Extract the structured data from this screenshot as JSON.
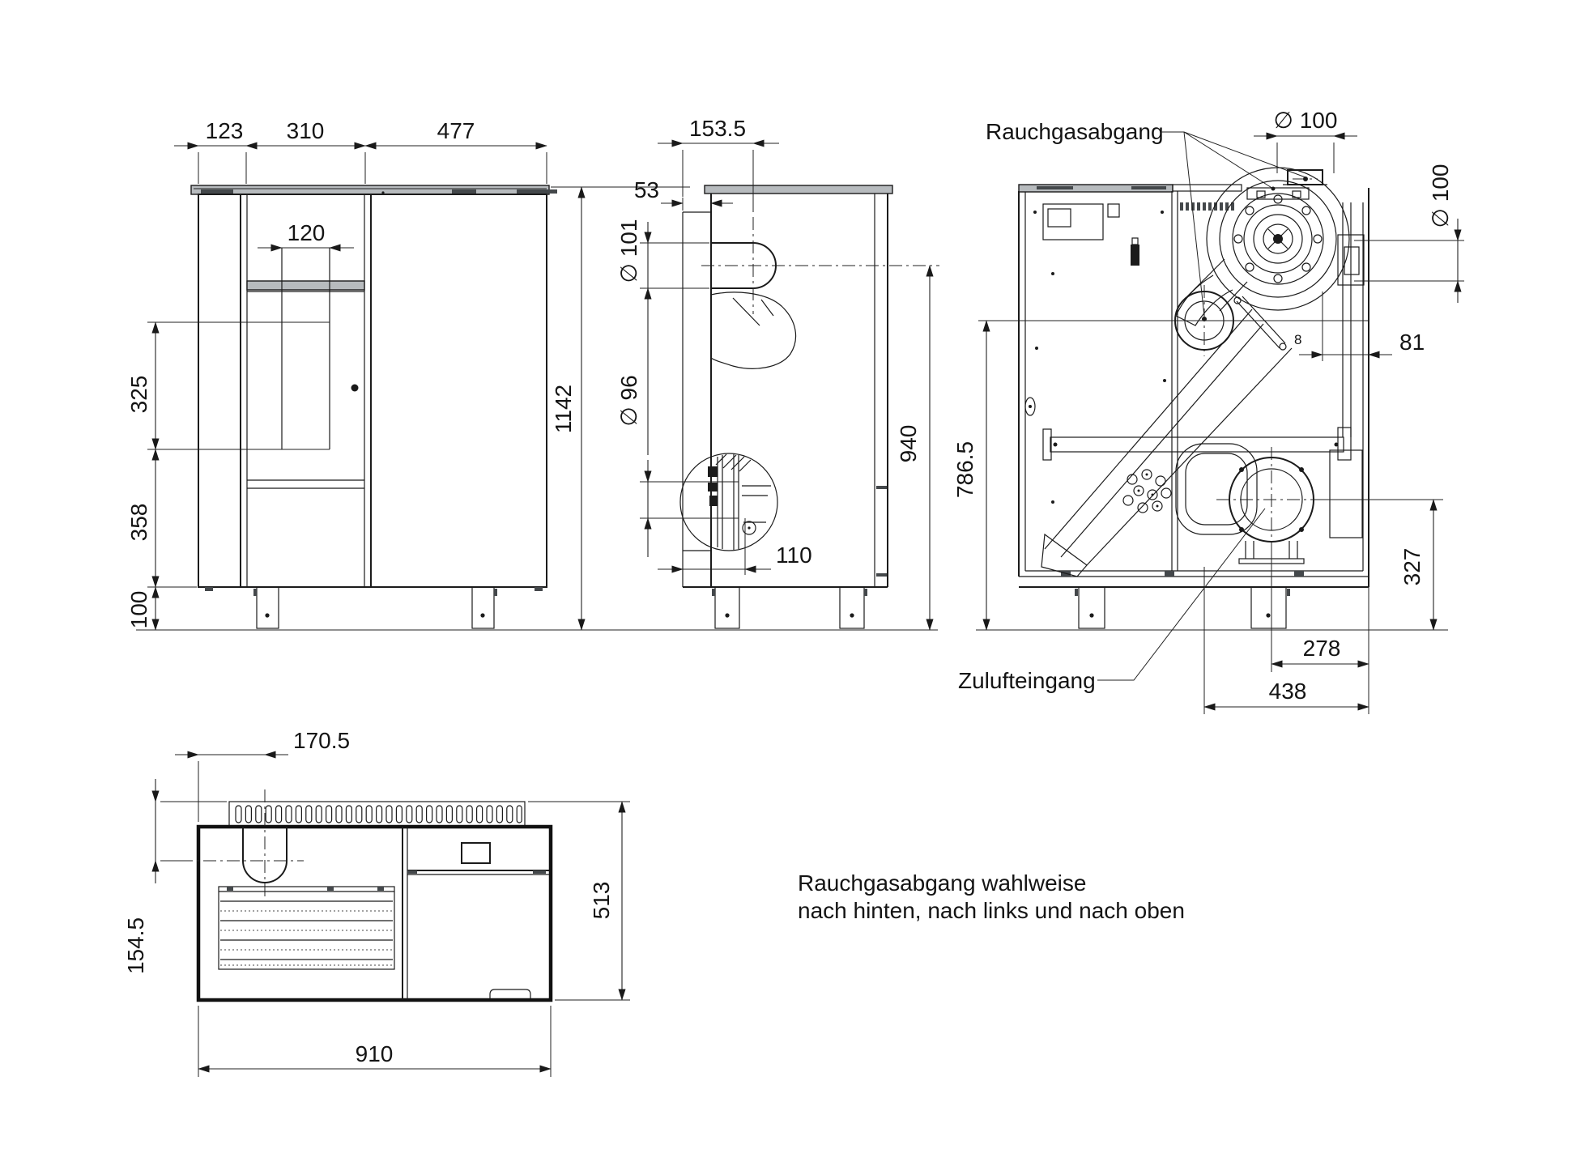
{
  "front": {
    "w1": "123",
    "w2": "310",
    "w3": "477",
    "window_w": "120",
    "h1": "325",
    "h2": "358",
    "h3": "100",
    "total_h": "1142"
  },
  "side": {
    "flue_offset": "153.5",
    "channel_w": "53",
    "flue_top_d": "∅ 101",
    "flue_low_d": "∅ 96",
    "low_offset": "110",
    "flue_h": "940"
  },
  "section": {
    "flue_label": "Rauchgasabgang",
    "air_label": "Zulufteingang",
    "top_d": "∅ 100",
    "rear_d": "∅ 100",
    "rear_off": "81",
    "rod_d": "8",
    "h_mid": "786.5",
    "air_h": "327",
    "air_x1": "278",
    "air_x2": "438"
  },
  "top": {
    "flue_x": "170.5",
    "flue_y": "154.5",
    "depth": "513",
    "width": "910"
  },
  "note": {
    "line1": "Rauchgasabgang wahlweise",
    "line2": "nach hinten, nach links und nach oben"
  }
}
